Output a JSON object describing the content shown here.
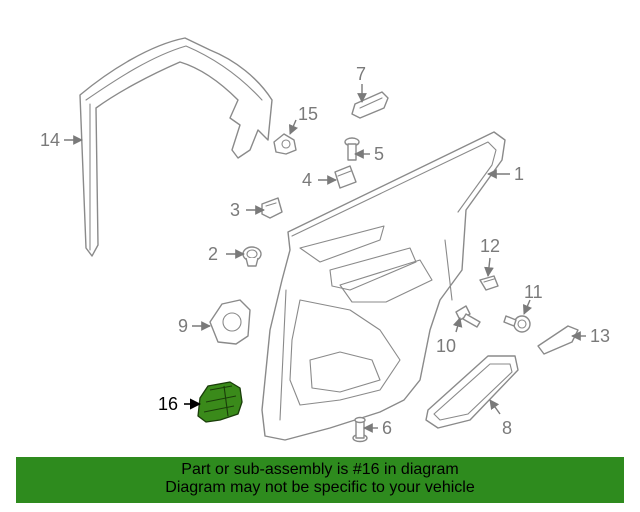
{
  "diagram": {
    "callouts": [
      "1",
      "2",
      "3",
      "4",
      "5",
      "6",
      "7",
      "8",
      "9",
      "10",
      "11",
      "12",
      "13",
      "14",
      "15",
      "16"
    ],
    "highlighted_callout": "16"
  },
  "banner": {
    "line1": "Part or sub-assembly is #16 in diagram",
    "line2": "Diagram may not be specific to your vehicle",
    "background_color": "#2e8b1e"
  }
}
